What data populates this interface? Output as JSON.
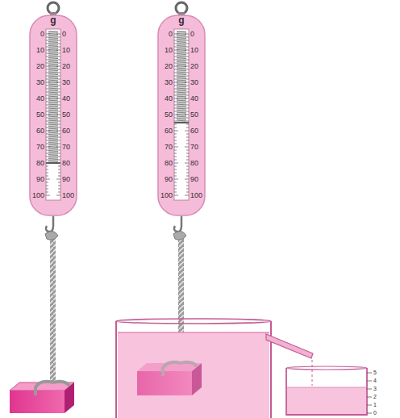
{
  "diagram": {
    "nodes": [
      {
        "text": [
          "g",
          "0",
          "10",
          "20",
          "30",
          "40",
          "50",
          "60",
          "70",
          "80",
          "90",
          "100",
          "0",
          "10",
          "20",
          "30",
          "40",
          "50",
          "60",
          "70",
          "80",
          "90",
          "100"
        ]
      },
      {
        "text": [
          "g",
          "0",
          "10",
          "20",
          "30",
          "40",
          "50",
          "60",
          "70",
          "80",
          "90",
          "100",
          "0",
          "10",
          "20",
          "30",
          "40",
          "50",
          "60",
          "70",
          "80",
          "90",
          "100"
        ]
      }
    ],
    "labels": [
      "5",
      "4",
      "3",
      "2",
      "1",
      "0"
    ]
  }
}
